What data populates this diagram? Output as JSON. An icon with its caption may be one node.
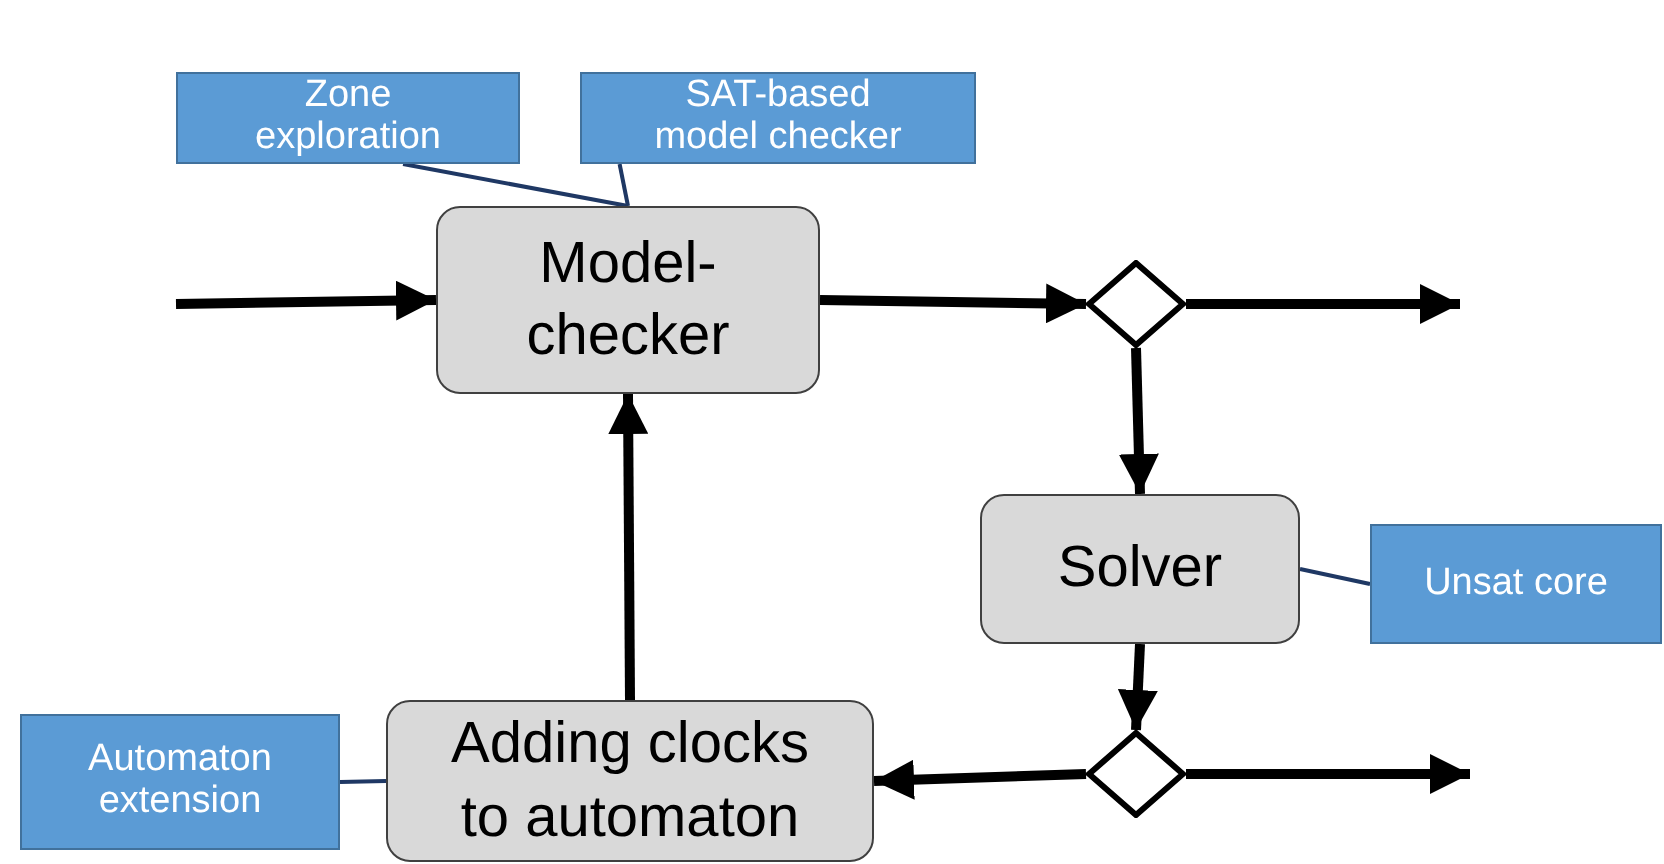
{
  "diagram": {
    "nodes": [
      {
        "text": [
          "Zone exploration"
        ]
      },
      {
        "text": [
          "SAT-based model checker"
        ]
      },
      {
        "text": [
          "Model-checker"
        ]
      },
      {
        "text": [],
        "shape": "diamond"
      },
      {
        "text": [
          "Solver"
        ]
      },
      {
        "text": [
          "Unsat core"
        ]
      },
      {
        "text": [
          "Automaton extension"
        ]
      },
      {
        "text": [
          "Adding clocks to automaton"
        ]
      },
      {
        "text": [],
        "shape": "diamond"
      }
    ],
    "edges": [
      {
        "from": null,
        "to": 2,
        "arrow": "to"
      },
      {
        "from": 2,
        "to": 3,
        "arrow": "to"
      },
      {
        "from": 3,
        "to": null,
        "arrow": "to"
      },
      {
        "from": 3,
        "to": 4,
        "arrow": "to"
      },
      {
        "from": 4,
        "to": 8,
        "arrow": "to"
      },
      {
        "from": 8,
        "to": null,
        "arrow": "to"
      },
      {
        "from": 8,
        "to": 7,
        "arrow": "to"
      },
      {
        "from": 7,
        "to": 2,
        "arrow": "to"
      },
      {
        "from": 0,
        "to": 2,
        "arrow": "none",
        "color": "#1f3864"
      },
      {
        "from": 1,
        "to": 2,
        "arrow": "none",
        "color": "#1f3864"
      },
      {
        "from": 4,
        "to": 5,
        "arrow": "none",
        "color": "#1f3864"
      },
      {
        "from": 6,
        "to": 7,
        "arrow": "none",
        "color": "#1f3864"
      }
    ]
  }
}
